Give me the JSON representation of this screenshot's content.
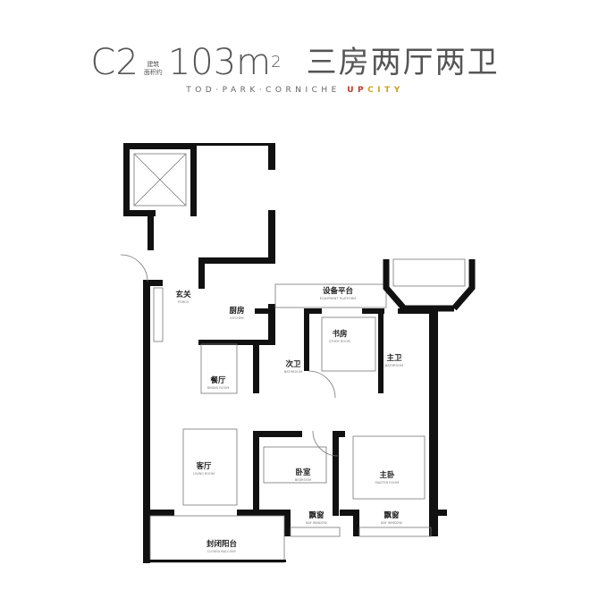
{
  "header": {
    "unit_code": "C2",
    "area_label_line1": "建筑",
    "area_label_line2": "面积约",
    "area_value": "103m",
    "area_unit_sup": "2",
    "layout": "三房两厅两卫",
    "project_prefix": "TOD·PARK·CORNICHE",
    "brand_up": "UP",
    "brand_city": "CITY"
  },
  "rooms": [
    {
      "cn": "玄关",
      "en": "PORCH"
    },
    {
      "cn": "厨房",
      "en": "KITCHEN"
    },
    {
      "cn": "设备平台",
      "en": "EQUIPMENT PLATFORM"
    },
    {
      "cn": "书房",
      "en": "STUDY ROOM"
    },
    {
      "cn": "次卫",
      "en": "BATHROOM"
    },
    {
      "cn": "主卫",
      "en": "BATHROOM"
    },
    {
      "cn": "餐厅",
      "en": "DINING ROOM"
    },
    {
      "cn": "客厅",
      "en": "LIVING ROOM"
    },
    {
      "cn": "卧室",
      "en": "BEDROOM"
    },
    {
      "cn": "主卧",
      "en": "MASTER ROOM"
    },
    {
      "cn": "飘窗",
      "en": "BAY WINDOW"
    },
    {
      "cn": "飘窗",
      "en": "BAY WINDOW"
    },
    {
      "cn": "封闭阳台",
      "en": "CLOSED BALCONY"
    }
  ],
  "colors": {
    "wall": "#111111",
    "brand_up": "#c0392b",
    "brand_city": "#d4a020"
  }
}
